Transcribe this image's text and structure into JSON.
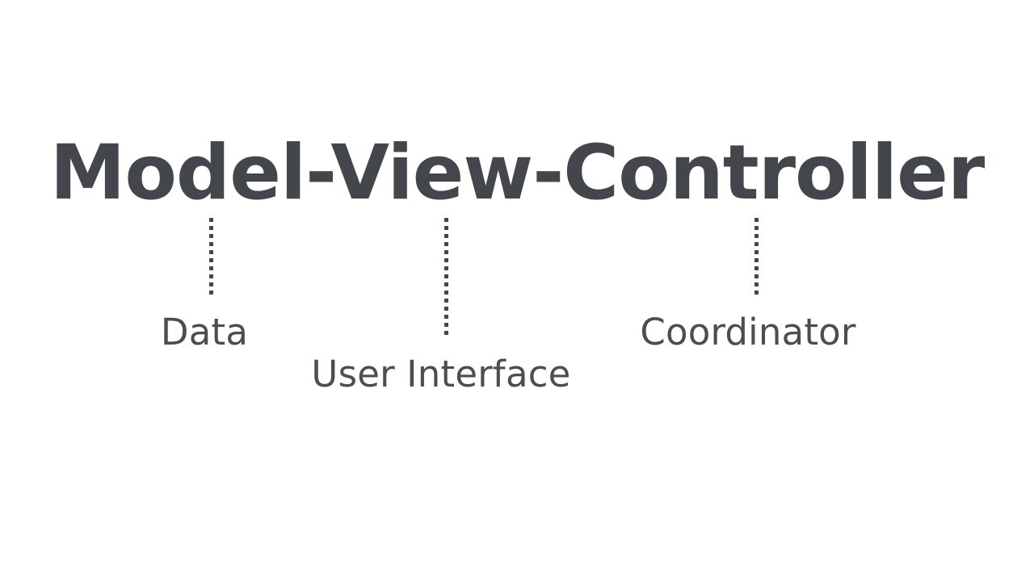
{
  "slide": {
    "background_color": "#ffffff",
    "title": "Model-View-Controller",
    "title_color": "#43474c",
    "label_color": "#4a4e53",
    "connector_color": "#43474c"
  },
  "components": [
    {
      "key": "model",
      "term": "Model",
      "label": "Data",
      "connector": "dotted-vertical-line"
    },
    {
      "key": "view",
      "term": "View",
      "label": "User Interface",
      "connector": "dotted-vertical-line"
    },
    {
      "key": "controller",
      "term": "Controller",
      "label": "Coordinator",
      "connector": "dotted-vertical-line"
    }
  ]
}
